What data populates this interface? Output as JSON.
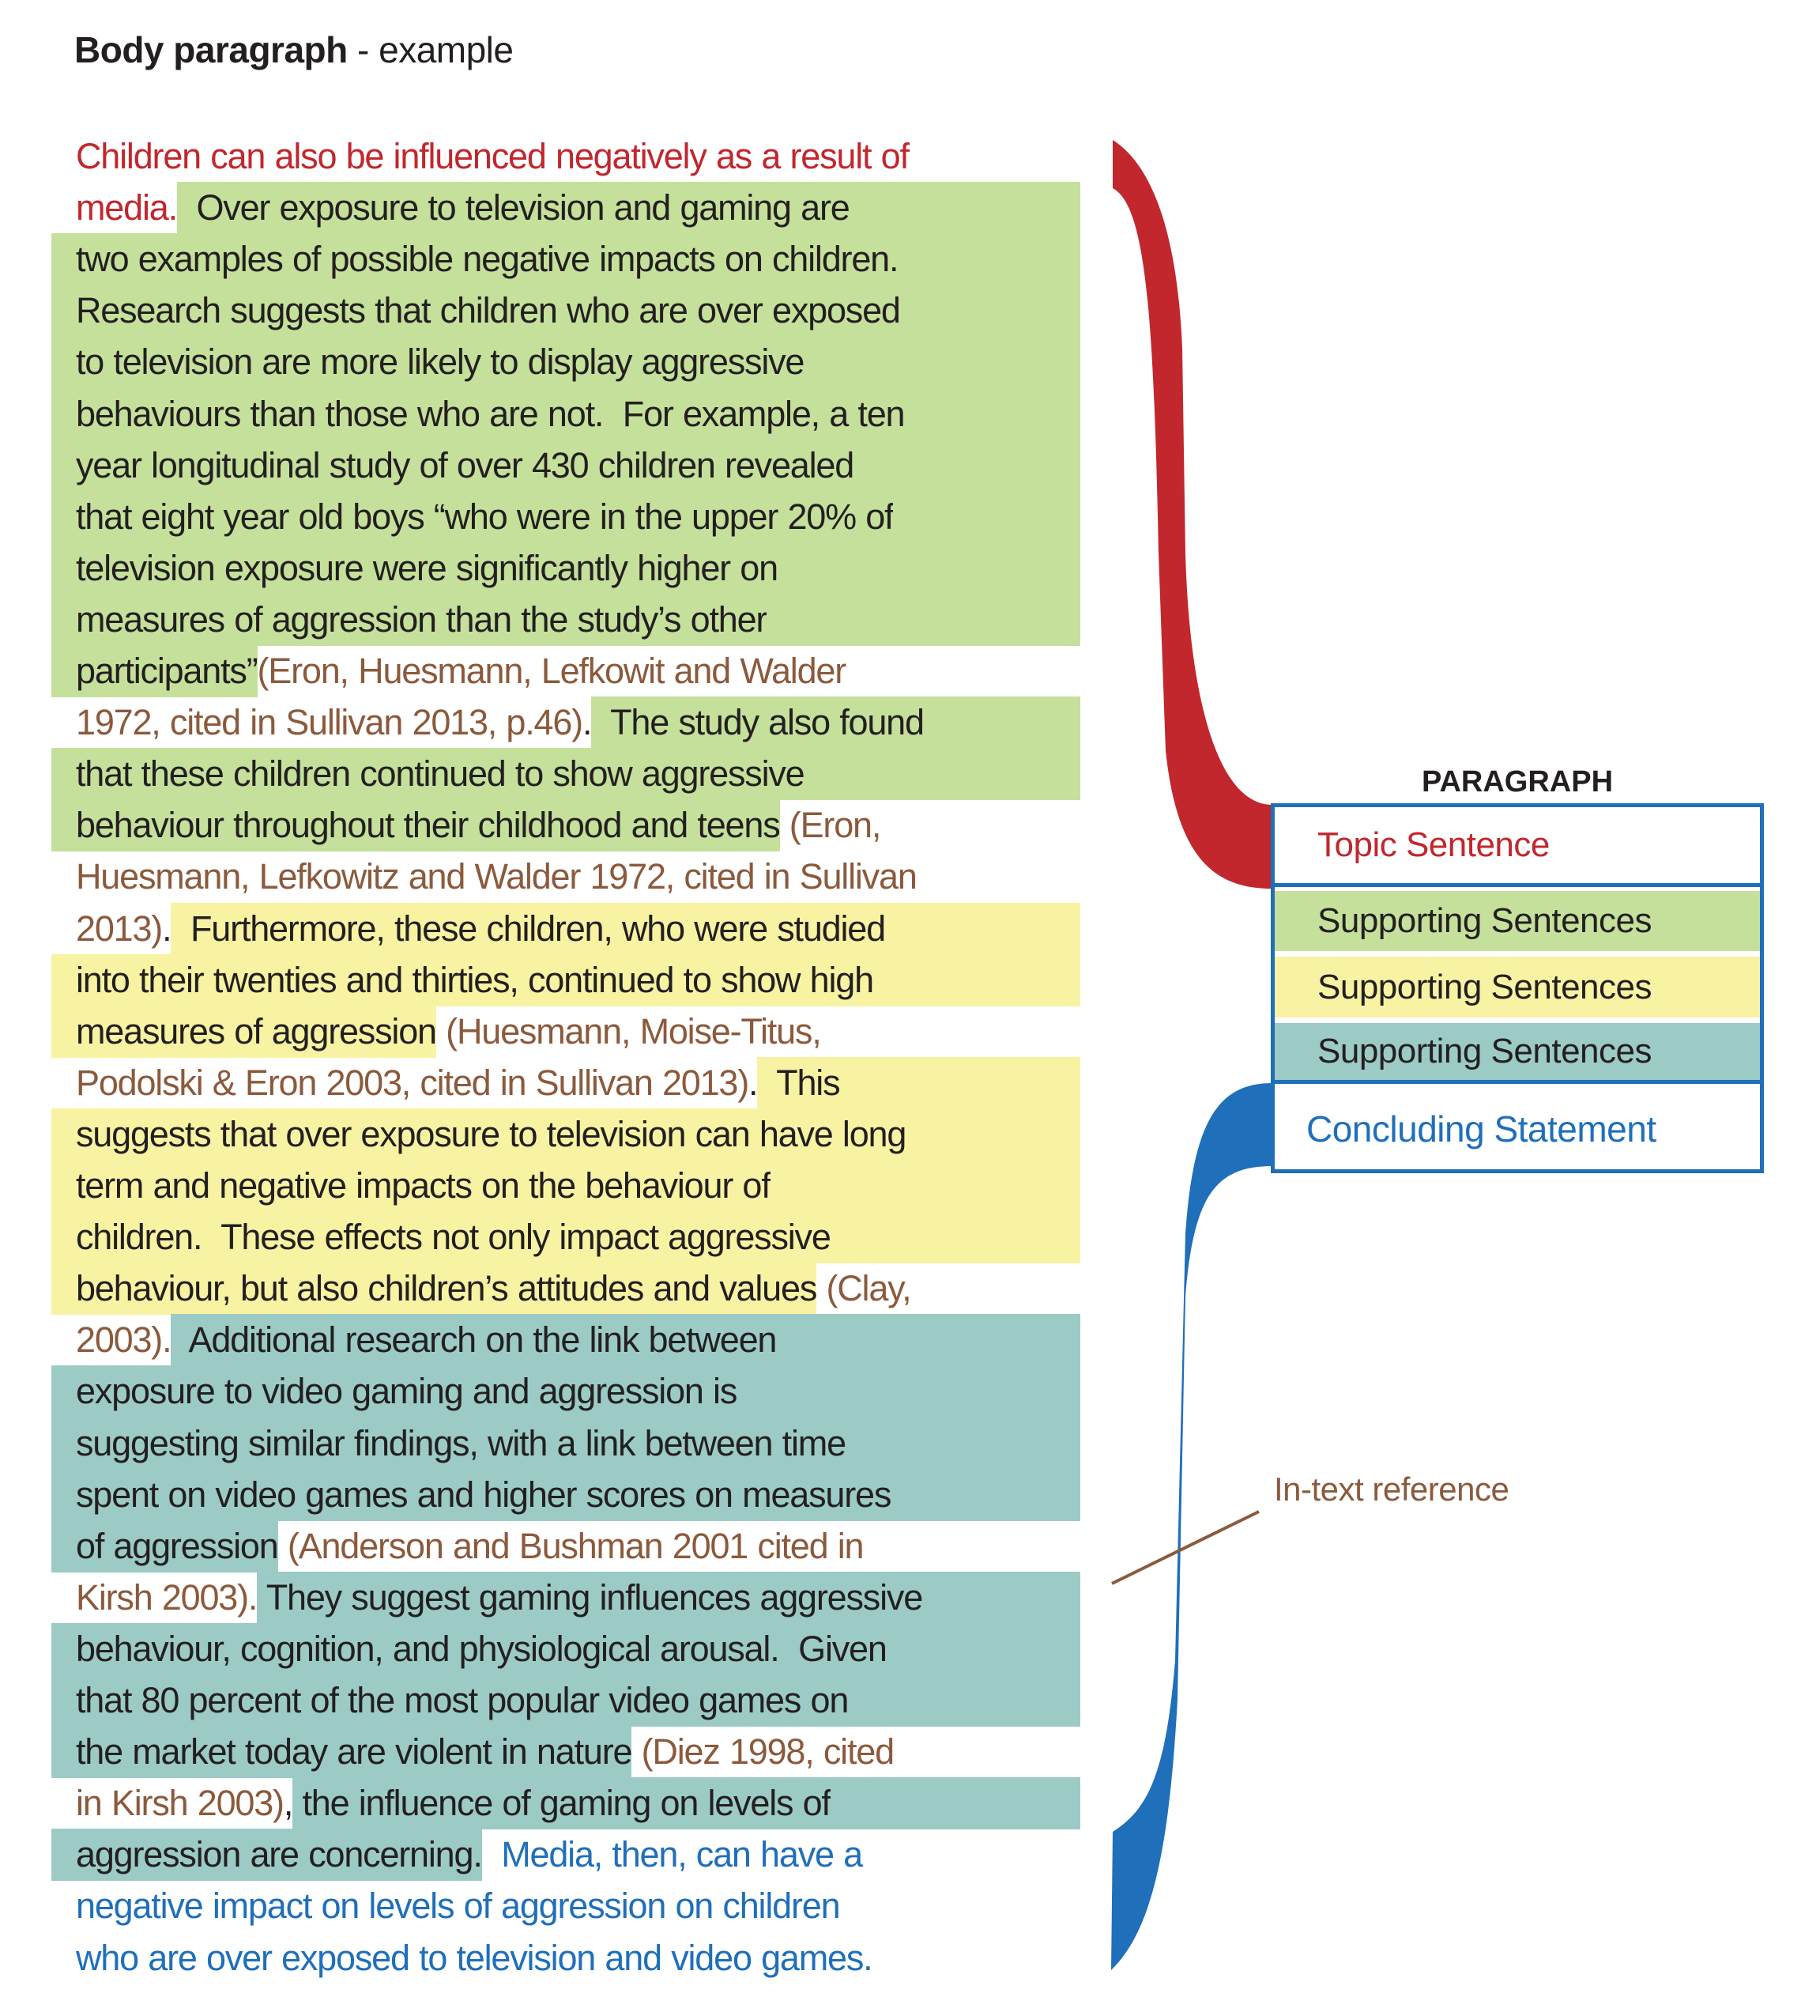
{
  "heading": {
    "bold": "Body paragraph",
    "rest": " - example"
  },
  "colors": {
    "topic": "#c1272d",
    "conclusion": "#1f6fba",
    "citation": "#8b5a3c",
    "body": "#231f20",
    "highlight_green": "#c5e09b",
    "highlight_yellow": "#f7f3a3",
    "highlight_teal": "#9ccbc6",
    "legend_border": "#1f6fba"
  },
  "paragraph": {
    "lines": [
      {
        "lp": "none",
        "fill": "none",
        "segs": [
          {
            "t": "Children can also be influenced negatively as a result of",
            "c": "topic",
            "h": "none"
          }
        ]
      },
      {
        "lp": "none",
        "fill": "green",
        "segs": [
          {
            "t": "media.",
            "c": "topic",
            "h": "none"
          },
          {
            "t": "  Over exposure to television and gaming are",
            "c": "body",
            "h": "green"
          }
        ]
      },
      {
        "lp": "green",
        "fill": "green",
        "segs": [
          {
            "t": "two examples of possible negative impacts on children.",
            "c": "body",
            "h": "green"
          }
        ]
      },
      {
        "lp": "green",
        "fill": "green",
        "segs": [
          {
            "t": "Research suggests that children who are over exposed",
            "c": "body",
            "h": "green"
          }
        ]
      },
      {
        "lp": "green",
        "fill": "green",
        "segs": [
          {
            "t": "to television are more likely to display aggressive",
            "c": "body",
            "h": "green"
          }
        ]
      },
      {
        "lp": "green",
        "fill": "green",
        "segs": [
          {
            "t": "behaviours than those who are not.  For example, a ten",
            "c": "body",
            "h": "green"
          }
        ]
      },
      {
        "lp": "green",
        "fill": "green",
        "segs": [
          {
            "t": "year longitudinal study of over 430 children revealed",
            "c": "body",
            "h": "green"
          }
        ]
      },
      {
        "lp": "green",
        "fill": "green",
        "segs": [
          {
            "t": "that eight year old boys “who were in the upper 20% of",
            "c": "body",
            "h": "green"
          }
        ]
      },
      {
        "lp": "green",
        "fill": "green",
        "segs": [
          {
            "t": "television exposure were significantly higher on",
            "c": "body",
            "h": "green"
          }
        ]
      },
      {
        "lp": "green",
        "fill": "green",
        "segs": [
          {
            "t": "measures of aggression than the study’s other",
            "c": "body",
            "h": "green"
          }
        ]
      },
      {
        "lp": "green",
        "fill": "none",
        "segs": [
          {
            "t": "participants”",
            "c": "body",
            "h": "green"
          },
          {
            "t": "(Eron, Huesmann, Lefkowit and Walder",
            "c": "cite",
            "h": "none"
          }
        ]
      },
      {
        "lp": "none",
        "fill": "green",
        "segs": [
          {
            "t": "1972, cited in Sullivan 2013, p.46)",
            "c": "cite",
            "h": "none"
          },
          {
            "t": ".",
            "c": "body",
            "h": "none"
          },
          {
            "t": "  The study also found",
            "c": "body",
            "h": "green"
          }
        ]
      },
      {
        "lp": "green",
        "fill": "green",
        "segs": [
          {
            "t": "that these children continued to show aggressive",
            "c": "body",
            "h": "green"
          }
        ]
      },
      {
        "lp": "green",
        "fill": "none",
        "segs": [
          {
            "t": "behaviour throughout their childhood and teens",
            "c": "body",
            "h": "green"
          },
          {
            "t": " (Eron,",
            "c": "cite",
            "h": "none"
          }
        ]
      },
      {
        "lp": "none",
        "fill": "none",
        "segs": [
          {
            "t": "Huesmann, Lefkowitz and Walder 1972, cited in Sullivan",
            "c": "cite",
            "h": "none"
          }
        ]
      },
      {
        "lp": "none",
        "fill": "yellow",
        "segs": [
          {
            "t": "2013)",
            "c": "cite",
            "h": "none"
          },
          {
            "t": ".",
            "c": "body",
            "h": "none"
          },
          {
            "t": "  Furthermore, these children, who were studied",
            "c": "body",
            "h": "yellow"
          }
        ]
      },
      {
        "lp": "yellow",
        "fill": "yellow",
        "segs": [
          {
            "t": "into their twenties and thirties, continued to show high",
            "c": "body",
            "h": "yellow"
          }
        ]
      },
      {
        "lp": "yellow",
        "fill": "none",
        "segs": [
          {
            "t": "measures of aggression",
            "c": "body",
            "h": "yellow"
          },
          {
            "t": " (Huesmann, Moise-Titus,",
            "c": "cite",
            "h": "none"
          }
        ]
      },
      {
        "lp": "none",
        "fill": "yellow",
        "segs": [
          {
            "t": "Podolski & Eron 2003, cited in Sullivan 2013)",
            "c": "cite",
            "h": "none"
          },
          {
            "t": ".",
            "c": "body",
            "h": "none"
          },
          {
            "t": "  This",
            "c": "body",
            "h": "yellow"
          }
        ]
      },
      {
        "lp": "yellow",
        "fill": "yellow",
        "segs": [
          {
            "t": "suggests that over exposure to television can have long",
            "c": "body",
            "h": "yellow"
          }
        ]
      },
      {
        "lp": "yellow",
        "fill": "yellow",
        "segs": [
          {
            "t": "term and negative impacts on the behaviour of",
            "c": "body",
            "h": "yellow"
          }
        ]
      },
      {
        "lp": "yellow",
        "fill": "yellow",
        "segs": [
          {
            "t": "children.  These effects not only impact aggressive",
            "c": "body",
            "h": "yellow"
          }
        ]
      },
      {
        "lp": "yellow",
        "fill": "none",
        "segs": [
          {
            "t": "behaviour, but also children’s attitudes and values",
            "c": "body",
            "h": "yellow"
          },
          {
            "t": " (Clay,",
            "c": "cite",
            "h": "none"
          }
        ]
      },
      {
        "lp": "none",
        "fill": "teal",
        "segs": [
          {
            "t": "2003).",
            "c": "cite",
            "h": "none"
          },
          {
            "t": "  Additional research on the link between",
            "c": "body",
            "h": "teal"
          }
        ]
      },
      {
        "lp": "teal",
        "fill": "teal",
        "segs": [
          {
            "t": "exposure to video gaming and aggression is",
            "c": "body",
            "h": "teal"
          }
        ]
      },
      {
        "lp": "teal",
        "fill": "teal",
        "segs": [
          {
            "t": "suggesting similar findings, with a link between time",
            "c": "body",
            "h": "teal"
          }
        ]
      },
      {
        "lp": "teal",
        "fill": "teal",
        "segs": [
          {
            "t": "spent on video games and higher scores on measures",
            "c": "body",
            "h": "teal"
          }
        ]
      },
      {
        "lp": "teal",
        "fill": "none",
        "segs": [
          {
            "t": "of aggression",
            "c": "body",
            "h": "teal"
          },
          {
            "t": " (Anderson and Bushman 2001 cited in",
            "c": "cite",
            "h": "none"
          }
        ]
      },
      {
        "lp": "none",
        "fill": "teal",
        "segs": [
          {
            "t": "Kirsh 2003).",
            "c": "cite",
            "h": "none"
          },
          {
            "t": " They suggest gaming influences aggressive",
            "c": "body",
            "h": "teal"
          }
        ]
      },
      {
        "lp": "teal",
        "fill": "teal",
        "segs": [
          {
            "t": "behaviour, cognition, and physiological arousal.  Given",
            "c": "body",
            "h": "teal"
          }
        ]
      },
      {
        "lp": "teal",
        "fill": "teal",
        "segs": [
          {
            "t": "that 80 percent of the most popular video games on",
            "c": "body",
            "h": "teal"
          }
        ]
      },
      {
        "lp": "teal",
        "fill": "none",
        "segs": [
          {
            "t": "the market today are violent in nature",
            "c": "body",
            "h": "teal"
          },
          {
            "t": " (Diez 1998, cited",
            "c": "cite",
            "h": "none"
          }
        ]
      },
      {
        "lp": "none",
        "fill": "teal",
        "segs": [
          {
            "t": "in Kirsh 2003)",
            "c": "cite",
            "h": "none"
          },
          {
            "t": ",",
            "c": "body",
            "h": "none"
          },
          {
            "t": " the influence of gaming on levels of",
            "c": "body",
            "h": "teal"
          }
        ]
      },
      {
        "lp": "teal",
        "fill": "none",
        "segs": [
          {
            "t": "aggression are concerning.",
            "c": "body",
            "h": "teal"
          },
          {
            "t": "  Media, then, can have a",
            "c": "conc",
            "h": "none"
          }
        ]
      },
      {
        "lp": "none",
        "fill": "none",
        "segs": [
          {
            "t": "negative impact on levels of aggression on children",
            "c": "conc",
            "h": "none"
          }
        ]
      },
      {
        "lp": "none",
        "fill": "none",
        "segs": [
          {
            "t": "who are over exposed to television and video games.",
            "c": "conc",
            "h": "none"
          }
        ]
      }
    ]
  },
  "legend": {
    "title": "PARAGRAPH",
    "rows": [
      {
        "label": "Topic Sentence"
      },
      {
        "label": "Supporting Sentences"
      },
      {
        "label": "Supporting Sentences"
      },
      {
        "label": "Supporting Sentences"
      },
      {
        "label": "Concluding Statement"
      }
    ]
  },
  "annotation": {
    "in_text_reference": "In-text reference"
  }
}
